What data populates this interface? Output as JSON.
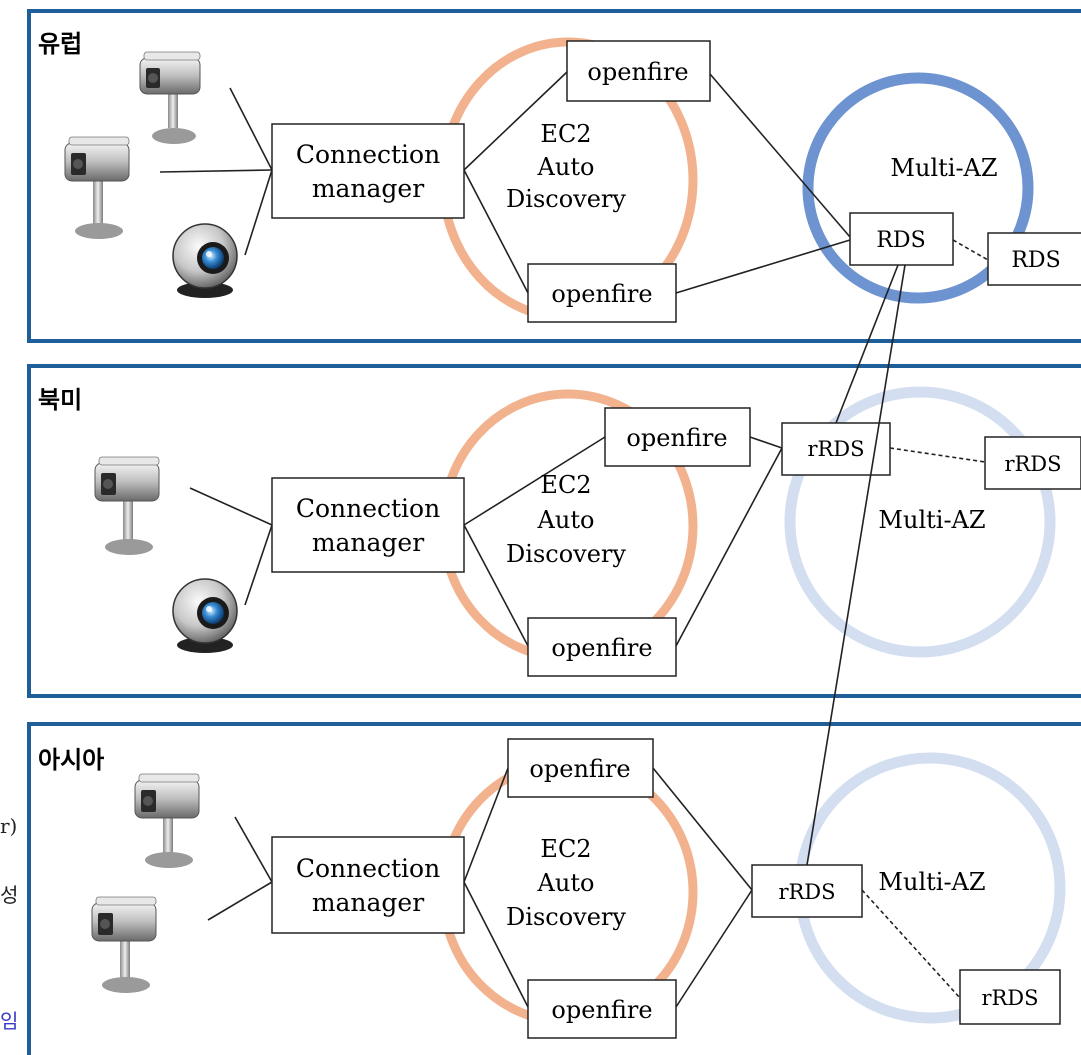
{
  "colors": {
    "panel_border": "#1f5f99",
    "ec2_ring": "#f2b28e",
    "multiaz_primary": "#6d93d0",
    "multiaz_secondary": "#d3def0",
    "box_border": "#222222",
    "text": "#1a1a1a",
    "link_blue": "#3a3ac8"
  },
  "panels": [
    {
      "region": "유럽",
      "connection_manager": [
        "Connection",
        "manager"
      ],
      "ec2": [
        "EC2",
        "Auto",
        "Discovery"
      ],
      "openfire_top": "openfire",
      "openfire_bottom": "openfire",
      "multi_az": "Multi-AZ",
      "db_main": "RDS",
      "db_replica": "RDS",
      "cameras": [
        "security-camera",
        "security-camera",
        "webcam"
      ]
    },
    {
      "region": "북미",
      "connection_manager": [
        "Connection",
        "manager"
      ],
      "ec2": [
        "EC2",
        "Auto",
        "Discovery"
      ],
      "openfire_top": "openfire",
      "openfire_bottom": "openfire",
      "multi_az": "Multi-AZ",
      "db_main": "rRDS",
      "db_replica": "rRDS",
      "cameras": [
        "security-camera",
        "webcam"
      ]
    },
    {
      "region": "아시아",
      "connection_manager": [
        "Connection",
        "manager"
      ],
      "ec2": [
        "EC2",
        "Auto",
        "Discovery"
      ],
      "openfire_top": "openfire",
      "openfire_bottom": "openfire",
      "multi_az": "Multi-AZ",
      "db_main": "rRDS",
      "db_replica": "rRDS",
      "cameras": [
        "security-camera",
        "security-camera"
      ]
    }
  ],
  "left_cut_text": [
    "r)",
    "성",
    "임"
  ]
}
